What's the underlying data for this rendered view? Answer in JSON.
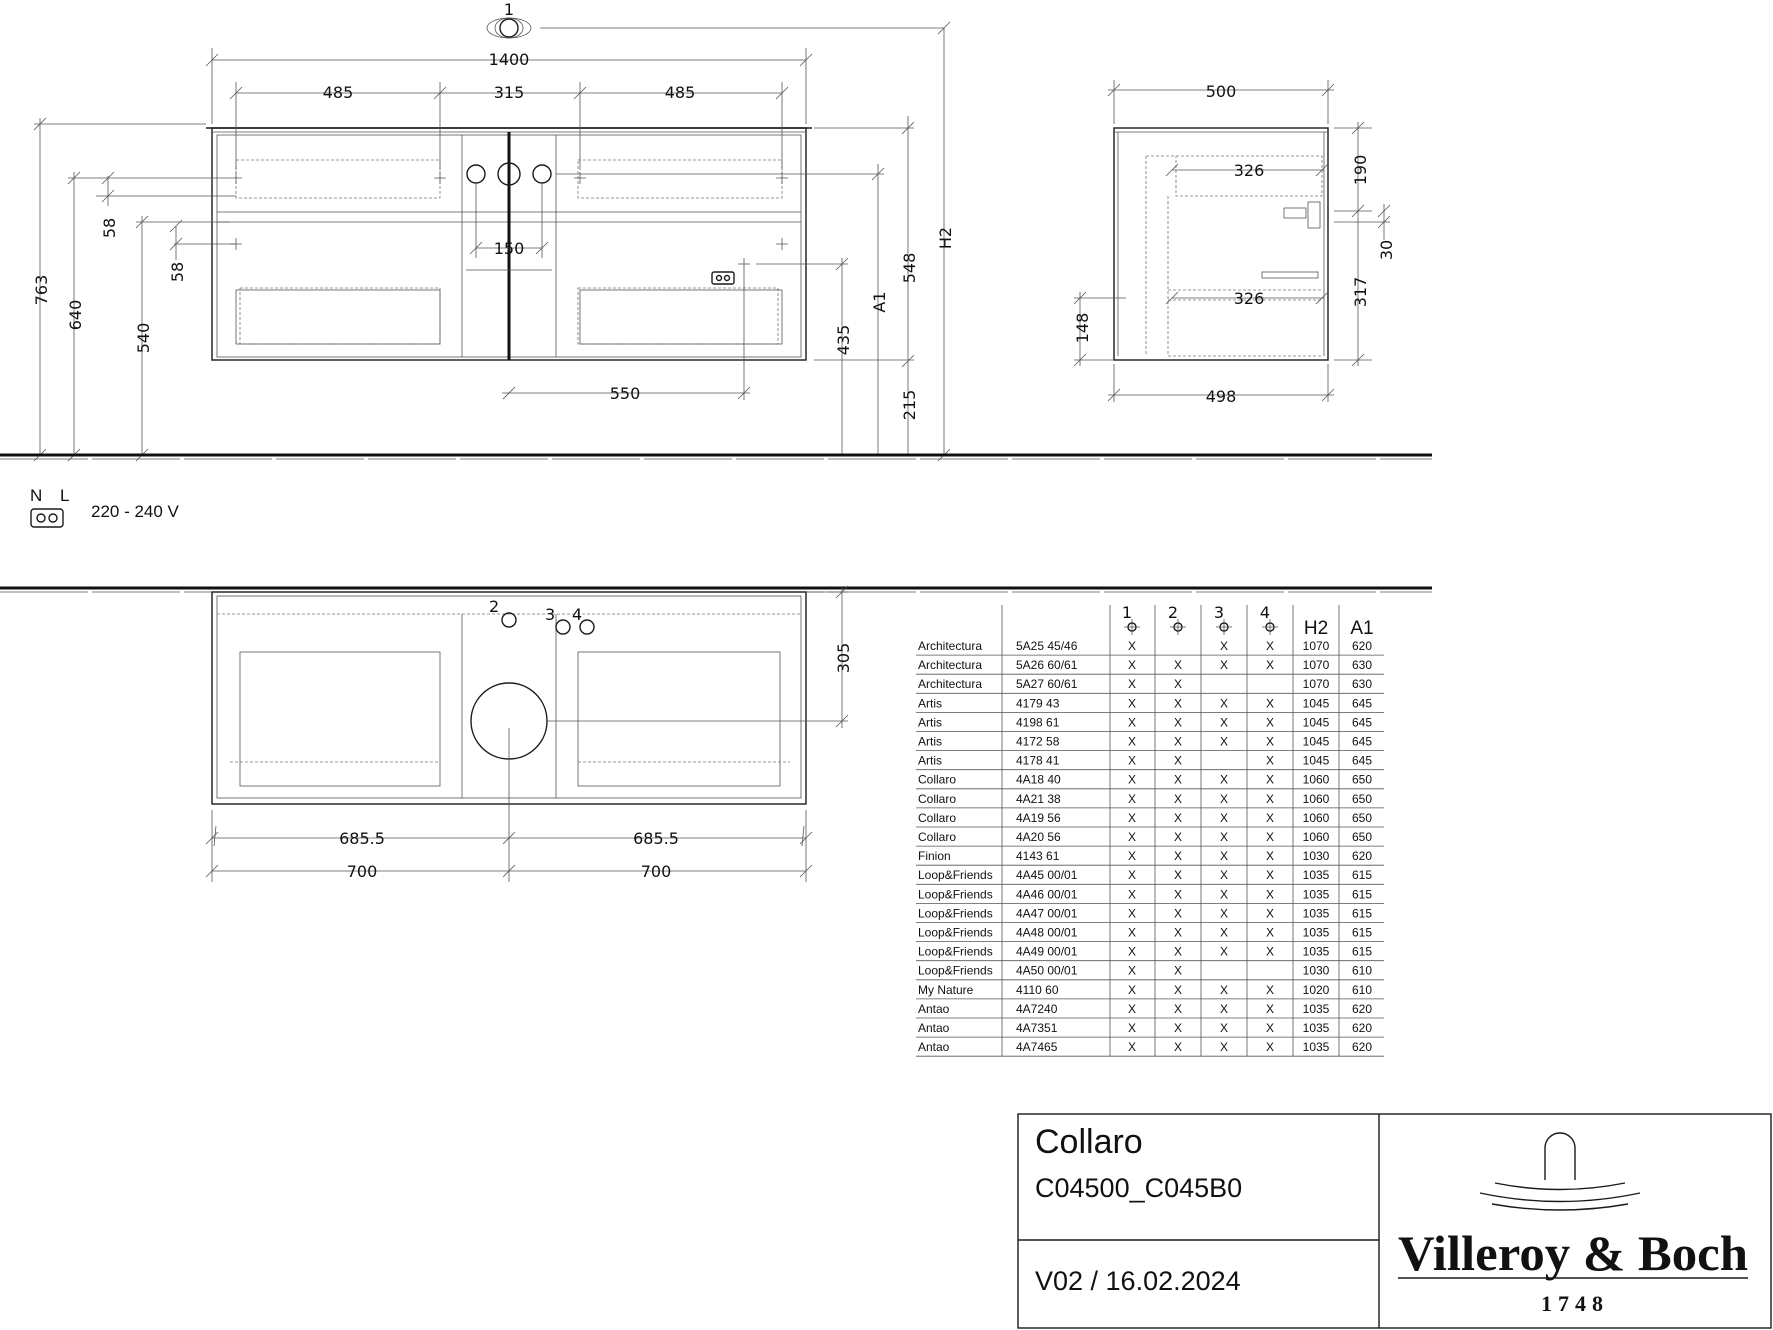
{
  "dims": {
    "top_width": "1400",
    "left_section": "485",
    "mid_section": "315",
    "right_section": "485",
    "depth_top": "500",
    "depth_bottom": "498",
    "h_763": "763",
    "h_640": "640",
    "h_540": "540",
    "h_58a": "58",
    "h_58b": "58",
    "tap_spacing": "150",
    "socket_offset": "550",
    "h_435": "435",
    "a1": "A1",
    "h_548": "548",
    "h_215": "215",
    "h2": "H2",
    "side_326a": "326",
    "side_326b": "326",
    "side_190": "190",
    "side_30": "30",
    "side_317": "317",
    "side_148": "148",
    "plan_305": "305",
    "plan_685a": "685.5",
    "plan_685b": "685.5",
    "plan_700a": "700",
    "plan_700b": "700",
    "marker_1": "1",
    "marker_2": "2",
    "marker_3": "3",
    "marker_4": "4"
  },
  "electrical": {
    "n_label": "N",
    "l_label": "L",
    "voltage": "220 - 240 V"
  },
  "table": {
    "headers": [
      "1",
      "2",
      "3",
      "4",
      "H2",
      "A1"
    ],
    "rows": [
      [
        "Architectura",
        "5A25 45/46",
        "X",
        "",
        "X",
        "X",
        "1070",
        "620"
      ],
      [
        "Architectura",
        "5A26 60/61",
        "X",
        "X",
        "X",
        "X",
        "1070",
        "630"
      ],
      [
        "Architectura",
        "5A27 60/61",
        "X",
        "X",
        "",
        "",
        "1070",
        "630"
      ],
      [
        "Artis",
        "4179 43",
        "X",
        "X",
        "X",
        "X",
        "1045",
        "645"
      ],
      [
        "Artis",
        "4198 61",
        "X",
        "X",
        "X",
        "X",
        "1045",
        "645"
      ],
      [
        "Artis",
        "4172 58",
        "X",
        "X",
        "X",
        "X",
        "1045",
        "645"
      ],
      [
        "Artis",
        "4178 41",
        "X",
        "X",
        "",
        "X",
        "1045",
        "645"
      ],
      [
        "Collaro",
        "4A18 40",
        "X",
        "X",
        "X",
        "X",
        "1060",
        "650"
      ],
      [
        "Collaro",
        "4A21 38",
        "X",
        "X",
        "X",
        "X",
        "1060",
        "650"
      ],
      [
        "Collaro",
        "4A19 56",
        "X",
        "X",
        "X",
        "X",
        "1060",
        "650"
      ],
      [
        "Collaro",
        "4A20 56",
        "X",
        "X",
        "X",
        "X",
        "1060",
        "650"
      ],
      [
        "Finion",
        "4143 61",
        "X",
        "X",
        "X",
        "X",
        "1030",
        "620"
      ],
      [
        "Loop&Friends",
        "4A45 00/01",
        "X",
        "X",
        "X",
        "X",
        "1035",
        "615"
      ],
      [
        "Loop&Friends",
        "4A46 00/01",
        "X",
        "X",
        "X",
        "X",
        "1035",
        "615"
      ],
      [
        "Loop&Friends",
        "4A47 00/01",
        "X",
        "X",
        "X",
        "X",
        "1035",
        "615"
      ],
      [
        "Loop&Friends",
        "4A48 00/01",
        "X",
        "X",
        "X",
        "X",
        "1035",
        "615"
      ],
      [
        "Loop&Friends",
        "4A49 00/01",
        "X",
        "X",
        "X",
        "X",
        "1035",
        "615"
      ],
      [
        "Loop&Friends",
        "4A50 00/01",
        "X",
        "X",
        "",
        "",
        "1030",
        "610"
      ],
      [
        "My Nature",
        "4110 60",
        "X",
        "X",
        "X",
        "X",
        "1020",
        "610"
      ],
      [
        "Antao",
        "4A7240",
        "X",
        "X",
        "X",
        "X",
        "1035",
        "620"
      ],
      [
        "Antao",
        "4A7351",
        "X",
        "X",
        "X",
        "X",
        "1035",
        "620"
      ],
      [
        "Antao",
        "4A7465",
        "X",
        "X",
        "X",
        "X",
        "1035",
        "620"
      ]
    ]
  },
  "title_block": {
    "product": "Collaro",
    "code": "C04500_C045B0",
    "version": "V02 / 16.02.2024",
    "brand": "Villeroy & Boch",
    "year": "1748"
  }
}
